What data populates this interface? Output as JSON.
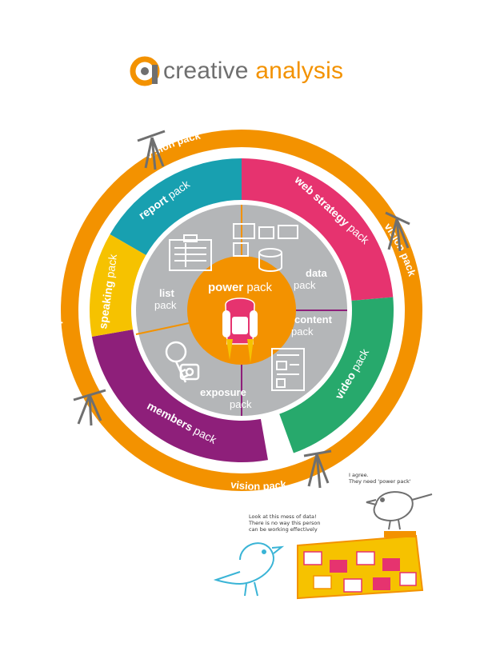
{
  "brand": {
    "word1": "creative",
    "word2": "analysis",
    "logo_letter": "a"
  },
  "outer_ring": {
    "label": "vision pack",
    "color": "#f39200"
  },
  "segments": [
    {
      "word1": "report",
      "word2": " pack",
      "bold": "",
      "color": "#18a0b0",
      "icon": "bar-chart-icon"
    },
    {
      "word1": "web strategy",
      "word2": " pack",
      "bold": "",
      "color": "#e6336f",
      "icon": "globe-icon"
    },
    {
      "word1": "video",
      "word2": " pack",
      "bold": "",
      "color": "#27a96c",
      "icon": "clapperboard-icon"
    },
    {
      "word1": "members",
      "word2": " pack",
      "color": "#8e1f7a",
      "icon": "id-card-icon"
    },
    {
      "word1": "speaking",
      "word2": " pack",
      "color": "#f6c200",
      "icon": "microphone-icon"
    }
  ],
  "inner_segments": [
    {
      "word1": "data",
      "word2": "pack",
      "icon": "data-icon"
    },
    {
      "word1": "content",
      "word2": "pack",
      "icon": "document-icon"
    },
    {
      "word1": "exposure",
      "word2": "pack",
      "icon": "keys-icon"
    },
    {
      "word1": "list",
      "word2": "pack",
      "icon": "list-board-icon"
    }
  ],
  "center": {
    "word1": "power",
    "word2": " pack",
    "icon": "jetpack-icon"
  },
  "bubbles": {
    "top": "I agree.\nThey need 'power pack'",
    "left": "Look at this mess of data!\nThere is no way this person\ncan be working effectively"
  }
}
